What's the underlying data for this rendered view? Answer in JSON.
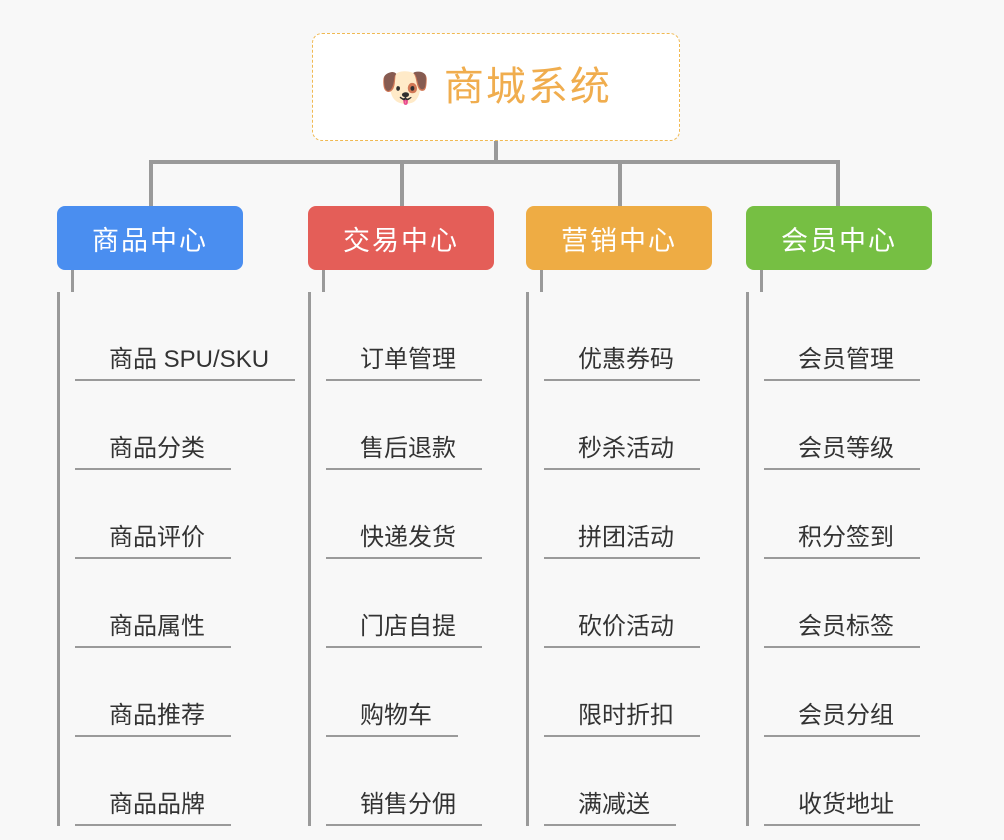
{
  "canvas": {
    "background": "#f8f8f8",
    "connector_color": "#9a9a9a"
  },
  "root": {
    "icon": "🐶",
    "icon_name": "dog-face-emoji",
    "title": "商城系统",
    "text_color": "#f0ad4e",
    "border_color": "#f0b952",
    "background": "#ffffff"
  },
  "branches": [
    {
      "label": "商品中心",
      "color": "#4a8ef0",
      "items": [
        "商品 SPU/SKU",
        "商品分类",
        "商品评价",
        "商品属性",
        "商品推荐",
        "商品品牌"
      ]
    },
    {
      "label": "交易中心",
      "color": "#e45e58",
      "items": [
        "订单管理",
        "售后退款",
        "快递发货",
        "门店自提",
        "购物车",
        "销售分佣"
      ]
    },
    {
      "label": "营销中心",
      "color": "#eeac44",
      "items": [
        "优惠券码",
        "秒杀活动",
        "拼团活动",
        "砍价活动",
        "限时折扣",
        "满减送"
      ]
    },
    {
      "label": "会员中心",
      "color": "#76bf43",
      "items": [
        "会员管理",
        "会员等级",
        "积分签到",
        "会员标签",
        "会员分组",
        "收货地址"
      ]
    }
  ]
}
